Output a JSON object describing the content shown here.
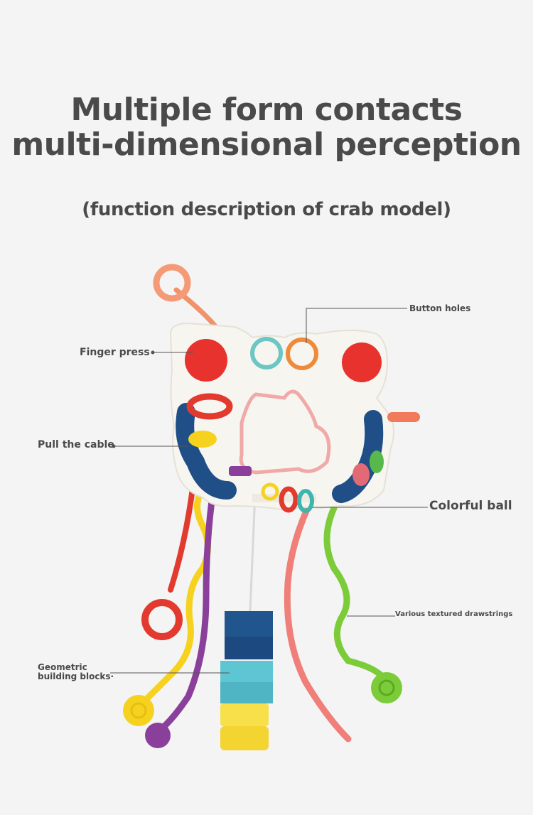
{
  "header": {
    "title_line1": "Multiple form contacts",
    "title_line2": "multi-dimensional perception",
    "subtitle": "(function description of crab model)"
  },
  "callouts": {
    "button_holes": "Button holes",
    "finger_press": "Finger press",
    "pull_the_cable": "Pull the cable",
    "colorful_ball": "Colorful ball",
    "various_drawstrings": "Various textured drawstrings",
    "geometric_line1": "Geometric",
    "geometric_line2": "building blocks·"
  },
  "colors": {
    "background": "#f4f4f4",
    "text": "#4a4a4a",
    "leader_line": "#555555",
    "crab_body": "#f7f5f0",
    "press_button_red": "#e8322e",
    "ring_teal": "#6cc6c4",
    "ring_orange": "#ef8a3a",
    "arm_navy": "#1f4f86",
    "string_red": "#e23a2e",
    "string_yellow": "#f6d21e",
    "string_purple": "#8a3f9a",
    "string_pink": "#ef7f78",
    "string_green": "#7ccc3a",
    "block_navy": "#21558e",
    "block_cyan": "#5ec5d2",
    "block_yellow": "#f8e04a"
  }
}
